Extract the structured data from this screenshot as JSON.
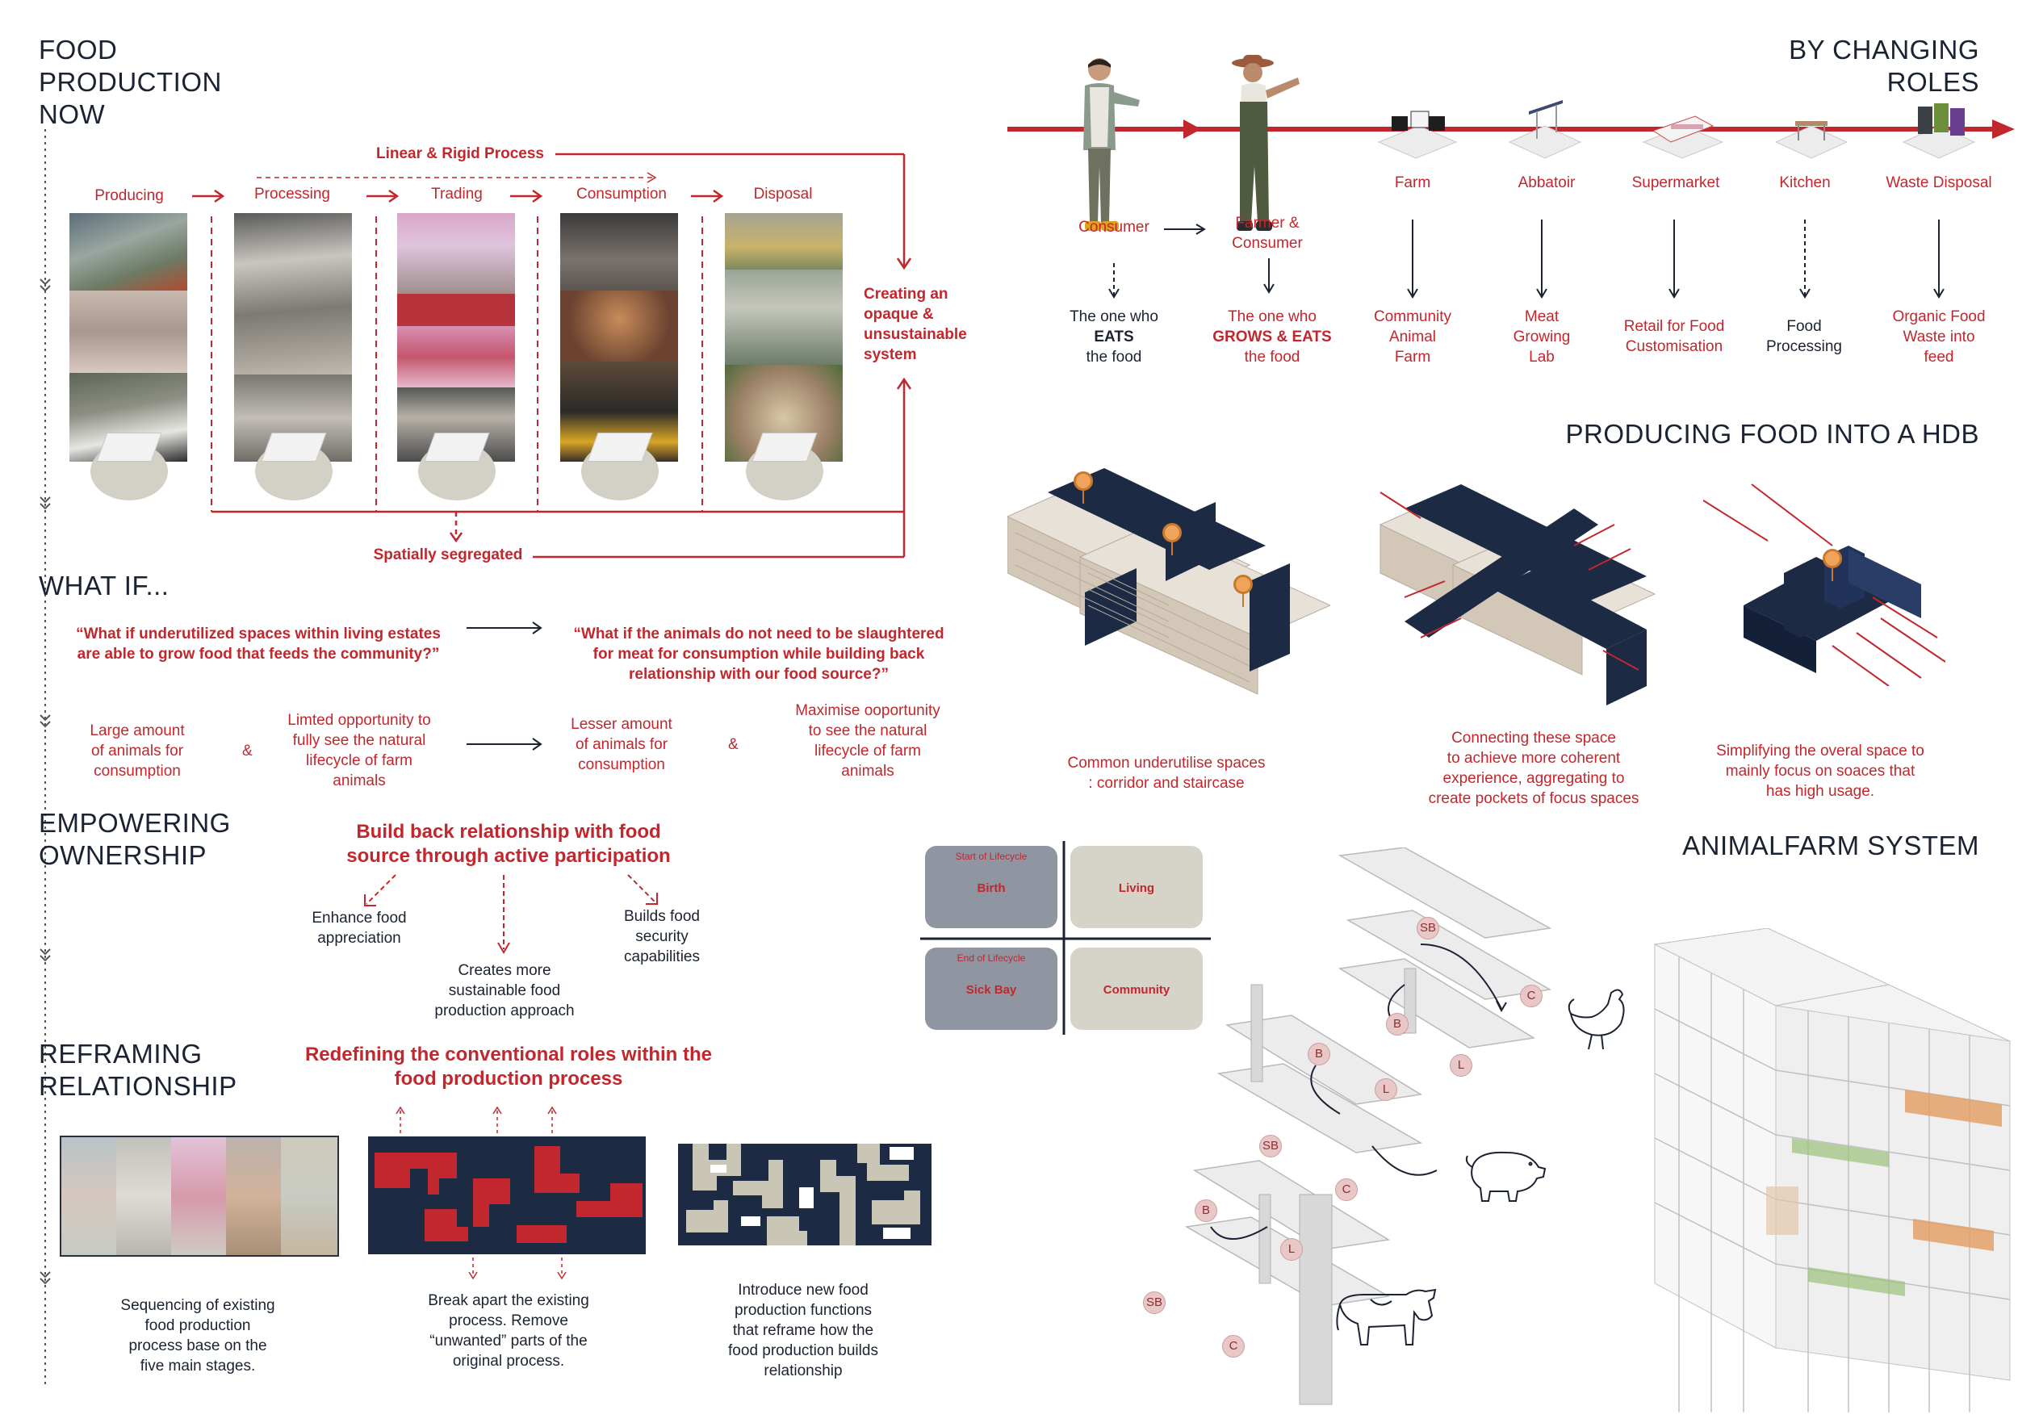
{
  "headings": {
    "food_now": [
      "FOOD",
      "PRODUCTION",
      "NOW"
    ],
    "what_if": "WHAT IF...",
    "empowering": [
      "EMPOWERING",
      "OWNERSHIP"
    ],
    "reframing": [
      "REFRAMING",
      "RELATIONSHIP"
    ],
    "changing_roles": "BY CHANGING ROLES",
    "hdb": "PRODUCING FOOD INTO A HDB",
    "animalfarm": "ANIMALFARM SYSTEM"
  },
  "process": {
    "top_label": "Linear & Rigid Process",
    "bottom_label": "Spatially segregated",
    "side_label": [
      "Creating an",
      "opaque &",
      "unsustainable",
      "system"
    ],
    "stages": [
      "Producing",
      "Processing",
      "Trading",
      "Consumption",
      "Disposal"
    ]
  },
  "what_if": {
    "q1": [
      "“What if underutilized spaces within living estates",
      "are able to grow food that feeds the community?”"
    ],
    "q2": [
      "“What if the animals do not need to be slaughtered",
      "for meat for consumption while building back",
      "relationship with our food source?”"
    ],
    "c1": [
      "Large amount",
      "of animals for",
      "consumption"
    ],
    "c2": [
      "Limted opportunity to",
      "fully see the natural",
      "lifecycle of farm",
      "animals"
    ],
    "c3": [
      "Lesser amount",
      "of animals for",
      "consumption"
    ],
    "c4": [
      "Maximise ooportunity",
      "to see the natural",
      "lifecycle of farm",
      "animals"
    ],
    "amp": "&"
  },
  "empowering": {
    "title": [
      "Build back relationship with food",
      "source through active participation"
    ],
    "b1": [
      "Enhance food",
      "appreciation"
    ],
    "b2": [
      "Creates more",
      "sustainable food",
      "production approach"
    ],
    "b3": [
      "Builds food",
      "security",
      "capabilities"
    ]
  },
  "reframing": {
    "title": [
      "Redefining the conventional roles within the",
      "food production process"
    ],
    "d1": [
      "Sequencing of existing",
      "food production",
      "process base on the",
      "five main stages."
    ],
    "d2": [
      "Break apart the existing",
      "process. Remove",
      "“unwanted” parts of the",
      "original process."
    ],
    "d3": [
      "Introduce new food",
      "production functions",
      "that reframe how the",
      "food production builds",
      "relationship"
    ]
  },
  "roles": {
    "consumer": "Consumer",
    "farmer": [
      "Farmer &",
      "Consumer"
    ],
    "consumer_desc": [
      "The one who",
      "EATS",
      "the food"
    ],
    "farmer_desc": [
      "The one who",
      "GROWS & EATS",
      "the food"
    ],
    "stages": [
      {
        "name": "Farm",
        "result": [
          "Community",
          "Animal",
          "Farm"
        ]
      },
      {
        "name": "Abbatoir",
        "result": [
          "Meat",
          "Growing",
          "Lab"
        ]
      },
      {
        "name": "Supermarket",
        "result": [
          "Retail for Food",
          "Customisation"
        ]
      },
      {
        "name": "Kitchen",
        "result": [
          "Food",
          "Processing"
        ]
      },
      {
        "name": "Waste Disposal",
        "result": [
          "Organic Food",
          "Waste into",
          "feed"
        ]
      }
    ]
  },
  "hdb": {
    "cap1": [
      "Common underutilise spaces",
      ": corridor and staircase"
    ],
    "cap2": [
      "Connecting these space",
      "to achieve more coherent",
      "experience, aggregating to",
      "create pockets of focus spaces"
    ],
    "cap3": [
      "Simplifying the overal space to",
      "mainly focus on soaces that",
      "has high usage."
    ]
  },
  "lifecycle": {
    "start": "Start of Lifecycle",
    "end": "End of Lifecycle",
    "birth": "Birth",
    "living": "Living",
    "sick_bay": "Sick Bay",
    "community": "Community"
  },
  "nodes": {
    "sb": "SB",
    "b": "B",
    "c": "C",
    "l": "L"
  },
  "colors": {
    "red": "#c1272d",
    "navy": "#1b2a47",
    "grey": "#8f96a2",
    "beige": "#d6d3c9"
  }
}
